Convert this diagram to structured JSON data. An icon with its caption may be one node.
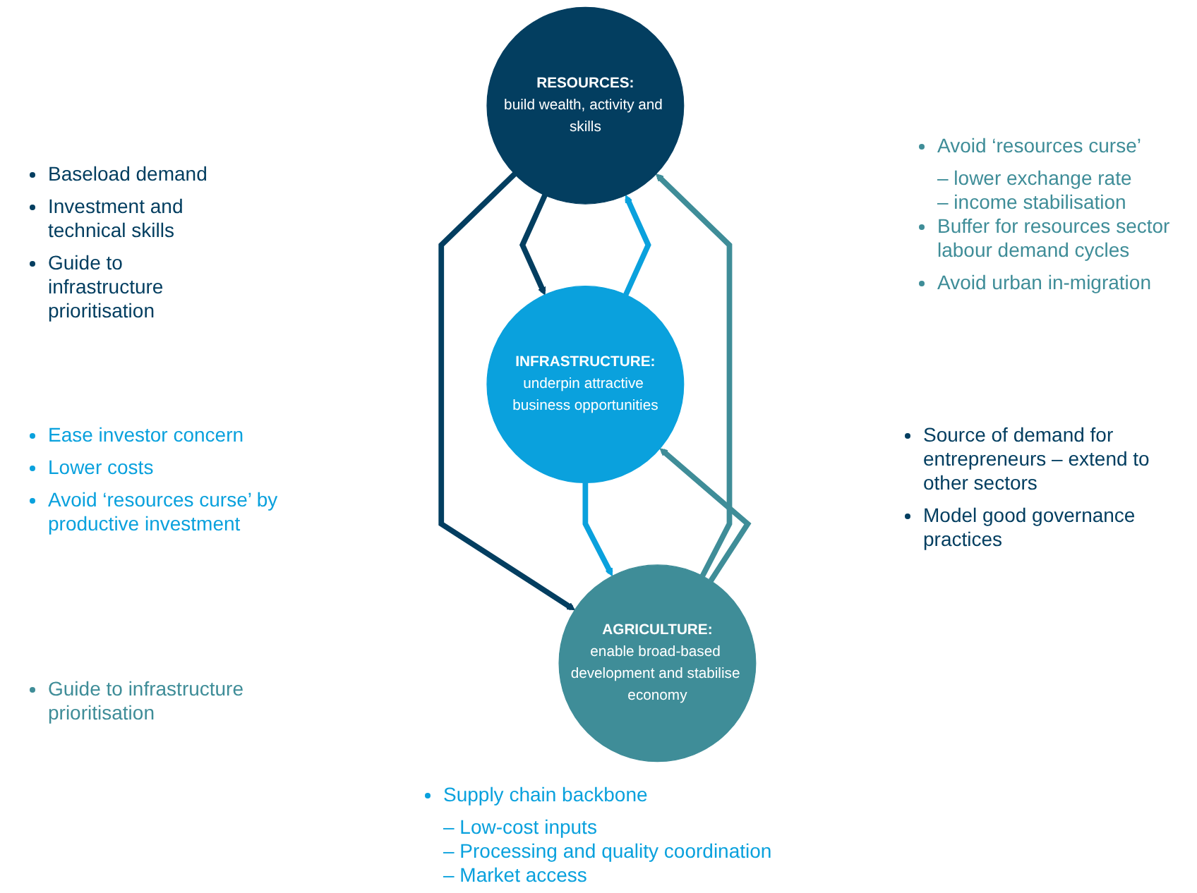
{
  "diagram": {
    "nodes": [
      {
        "text": [
          "RESOURCES:",
          "build wealth, activity and skills"
        ]
      },
      {
        "text": [
          "INFRASTRUCTURE:",
          "underpin attractive business opportunities"
        ]
      },
      {
        "text": [
          "AGRICULTURE:",
          "enable broad-based development and stabilise economy"
        ]
      }
    ],
    "edges": [
      {
        "from": 1,
        "to": 0,
        "arrow": "to",
        "color": "#0aa1dd"
      },
      {
        "from": 0,
        "to": 1,
        "arrow": "to",
        "color": "#033e60"
      },
      {
        "from": 2,
        "to": 0,
        "arrow": "to",
        "color": "#3f8d98"
      },
      {
        "from": 0,
        "to": 2,
        "arrow": "to",
        "color": "#033e60"
      },
      {
        "from": 2,
        "to": 1,
        "arrow": "to",
        "color": "#3f8d98"
      },
      {
        "from": 1,
        "to": 2,
        "arrow": "to",
        "color": "#0aa1dd"
      }
    ],
    "labels": [
      "Baseload demand",
      "Investment and technical skills",
      "Guide to infrastructure prioritisation",
      "Avoid ‘resources curse’",
      "– lower exchange rate",
      "– income stabilisation",
      "Buffer for resources sector labour demand cycles",
      "Avoid urban in-migration",
      "Ease investor concern",
      "Lower costs",
      "Avoid ‘resources curse’ by productive investment",
      "Source of demand for entrepreneurs – extend to other sectors",
      "Model good governance practices",
      "Guide to infrastructure prioritisation",
      "Supply chain backbone",
      "– Low-cost inputs",
      "– Processing and quality coordination",
      "– Market access"
    ]
  }
}
